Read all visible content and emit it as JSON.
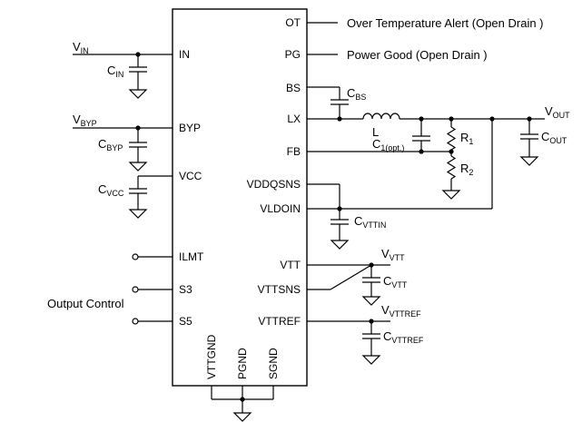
{
  "ic": {
    "left_pins": [
      "IN",
      "BYP",
      "VCC",
      "ILMT",
      "S3",
      "S5"
    ],
    "right_pins": [
      "OT",
      "PG",
      "BS",
      "LX",
      "FB",
      "VDDQSNS",
      "VLDOIN",
      "VTT",
      "VTTSNS",
      "VTTREF"
    ],
    "bottom_pins": [
      "VTTGND",
      "PGND",
      "SGND"
    ]
  },
  "signals": {
    "ot": "Over Temperature Alert (Open Drain )",
    "pg": "Power Good (Open Drain )",
    "output_control": "Output Control"
  },
  "nets": {
    "vin": {
      "main": "V",
      "sub": "IN"
    },
    "vbyp": {
      "main": "V",
      "sub": "BYP"
    },
    "vout": {
      "main": "V",
      "sub": "OUT"
    },
    "vvtt": {
      "main": "V",
      "sub": "VTT"
    },
    "vvttref": {
      "main": "V",
      "sub": "VTTREF"
    }
  },
  "components": {
    "cin": {
      "main": "C",
      "sub": "IN"
    },
    "cbyp": {
      "main": "C",
      "sub": "BYP"
    },
    "cvcc": {
      "main": "C",
      "sub": "VCC"
    },
    "cbs": {
      "main": "C",
      "sub": "BS"
    },
    "inductor": "L",
    "c1": {
      "main": "C",
      "sub": "1(opt.)"
    },
    "cout": {
      "main": "C",
      "sub": "OUT"
    },
    "r1": {
      "main": "R",
      "sub": "1"
    },
    "r2": {
      "main": "R",
      "sub": "2"
    },
    "cvttin": {
      "main": "C",
      "sub": "VTTIN"
    },
    "cvtt": {
      "main": "C",
      "sub": "VTT"
    },
    "cvttref": {
      "main": "C",
      "sub": "VTTREF"
    }
  }
}
